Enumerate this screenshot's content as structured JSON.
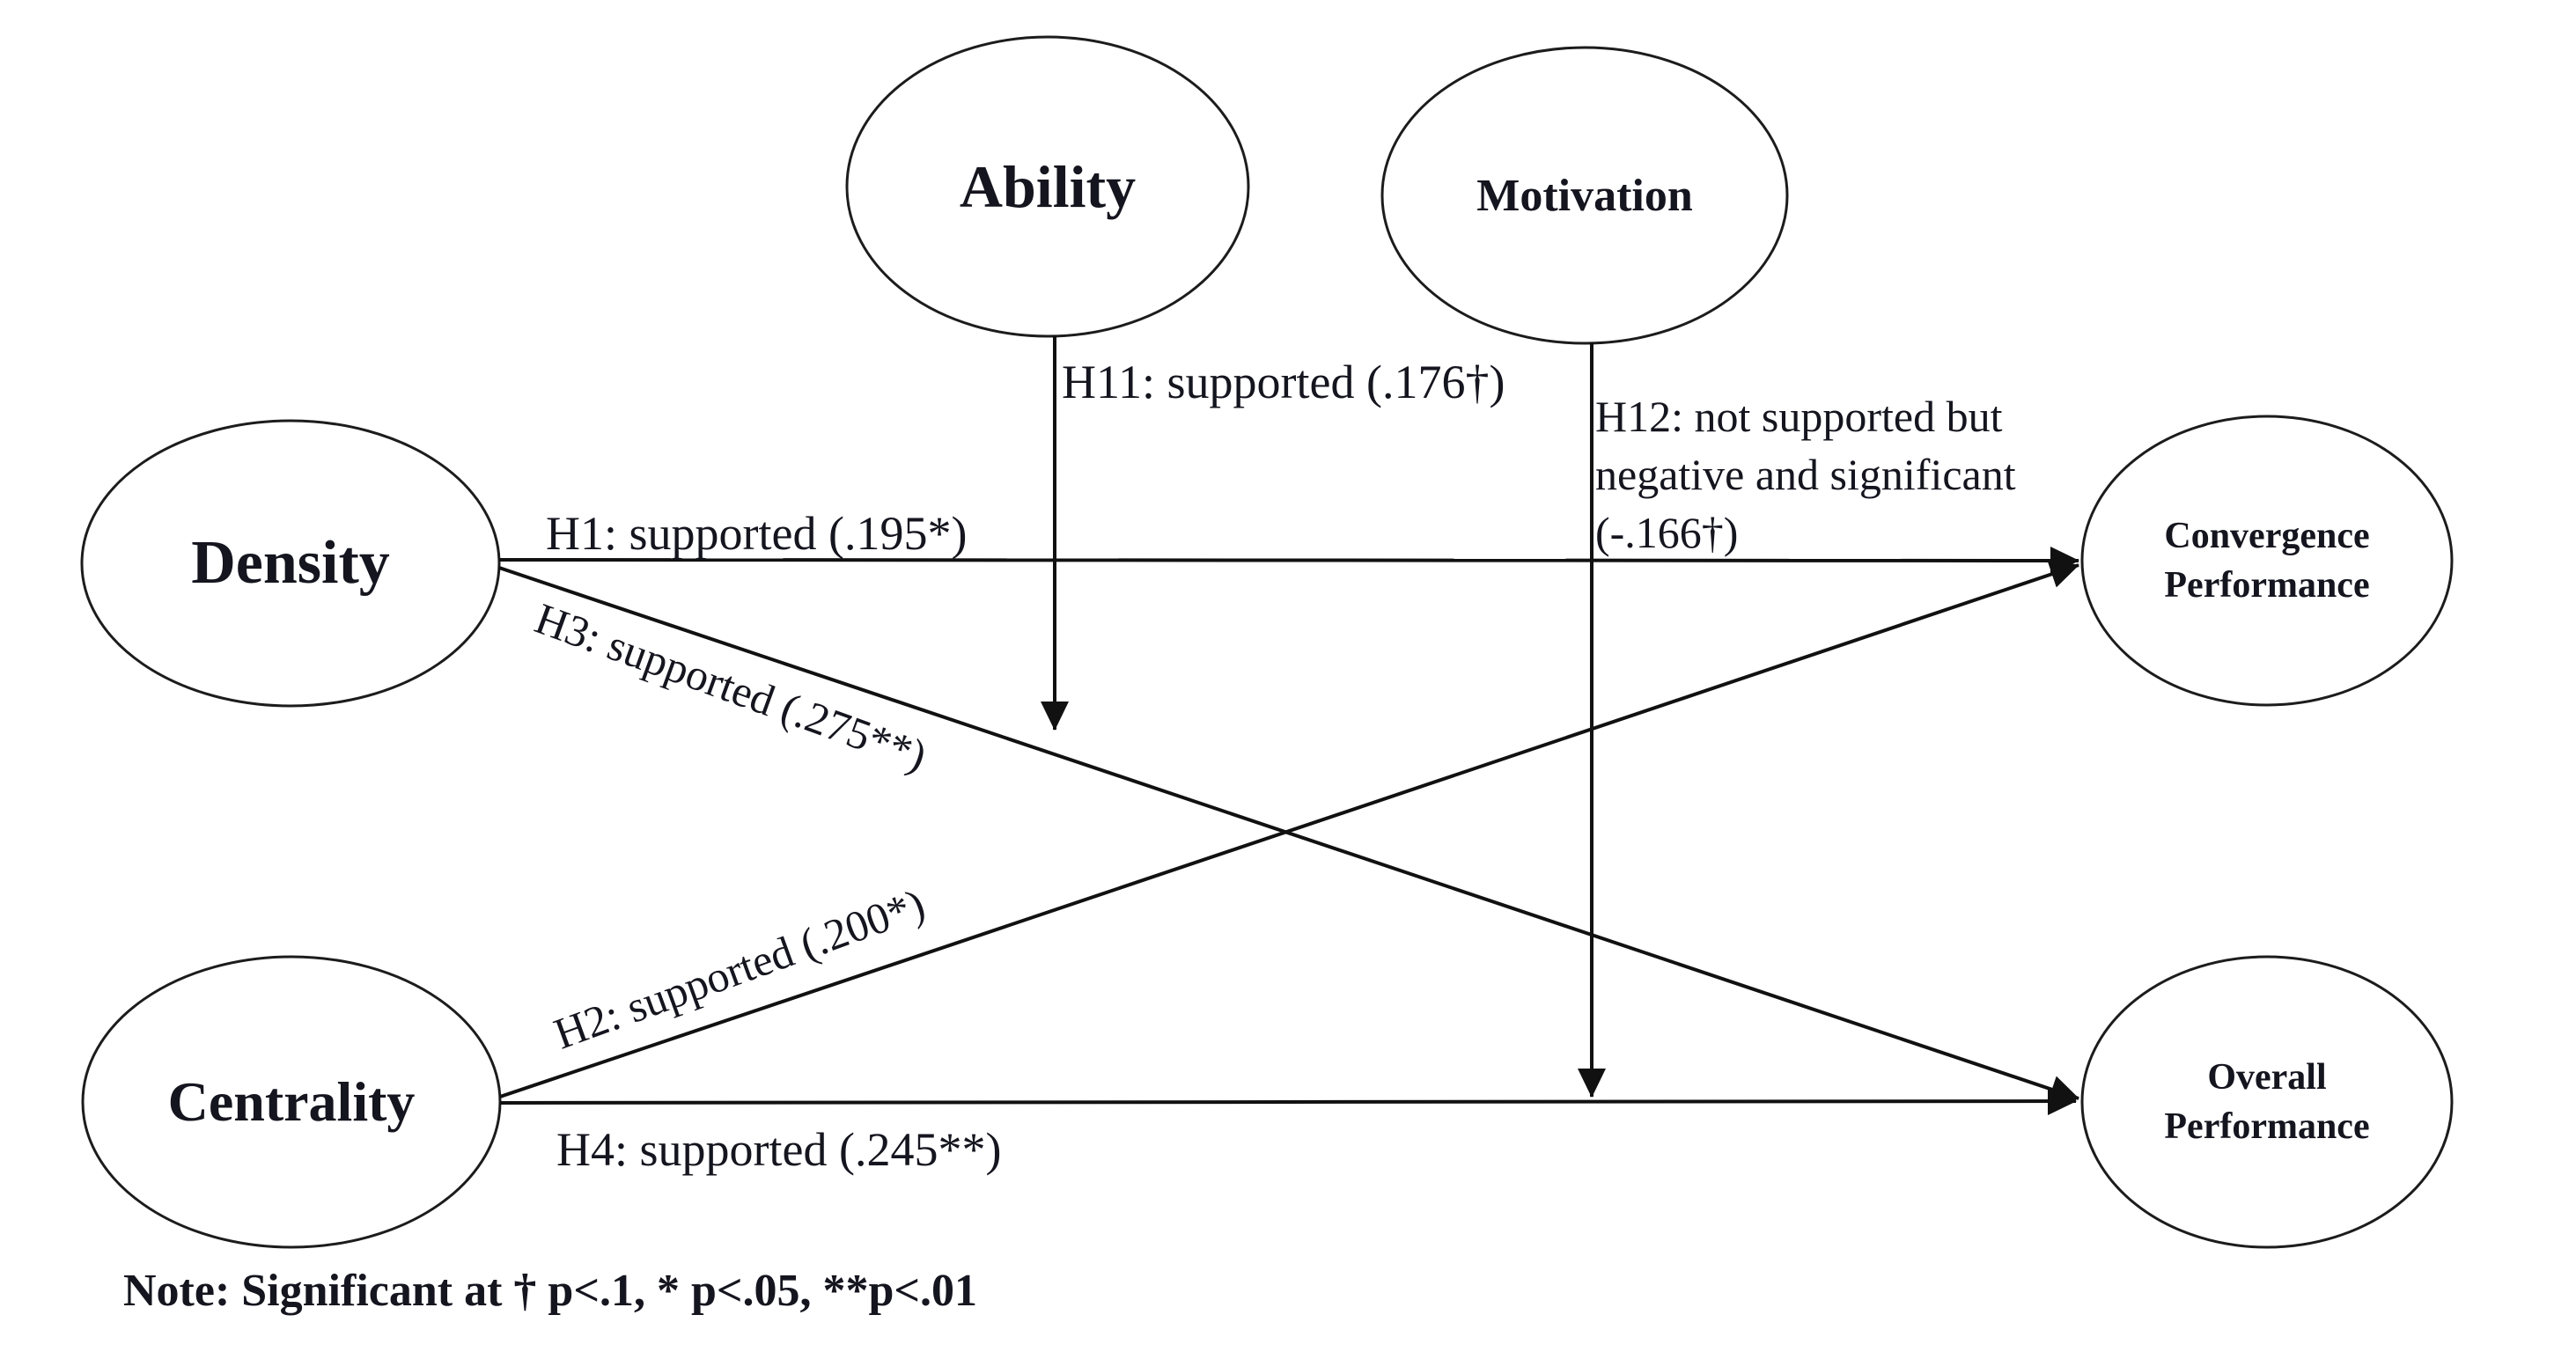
{
  "nodes": {
    "ability": {
      "label": "Ability"
    },
    "motivation": {
      "label": "Motivation"
    },
    "density": {
      "label": "Density"
    },
    "centrality": {
      "label": "Centrality"
    },
    "convergence_performance": {
      "line1": "Convergence",
      "line2": "Performance"
    },
    "overall_performance": {
      "line1": "Overall",
      "line2": "Performance"
    }
  },
  "hypotheses": {
    "h1": "H1: supported (.195*)",
    "h2": "H2: supported (.200*)",
    "h3": "H3: supported (.275**)",
    "h4": "H4: supported (.245**)",
    "h11": "H11: supported (.176†)",
    "h12_line1": "H12: not supported but",
    "h12_line2": "negative and significant",
    "h12_line3": "(-.166†)"
  },
  "note": "Note: Significant at † p<.1, * p<.05, **p<.01",
  "colors": {
    "ink": "#111111",
    "background": "#ffffff"
  }
}
